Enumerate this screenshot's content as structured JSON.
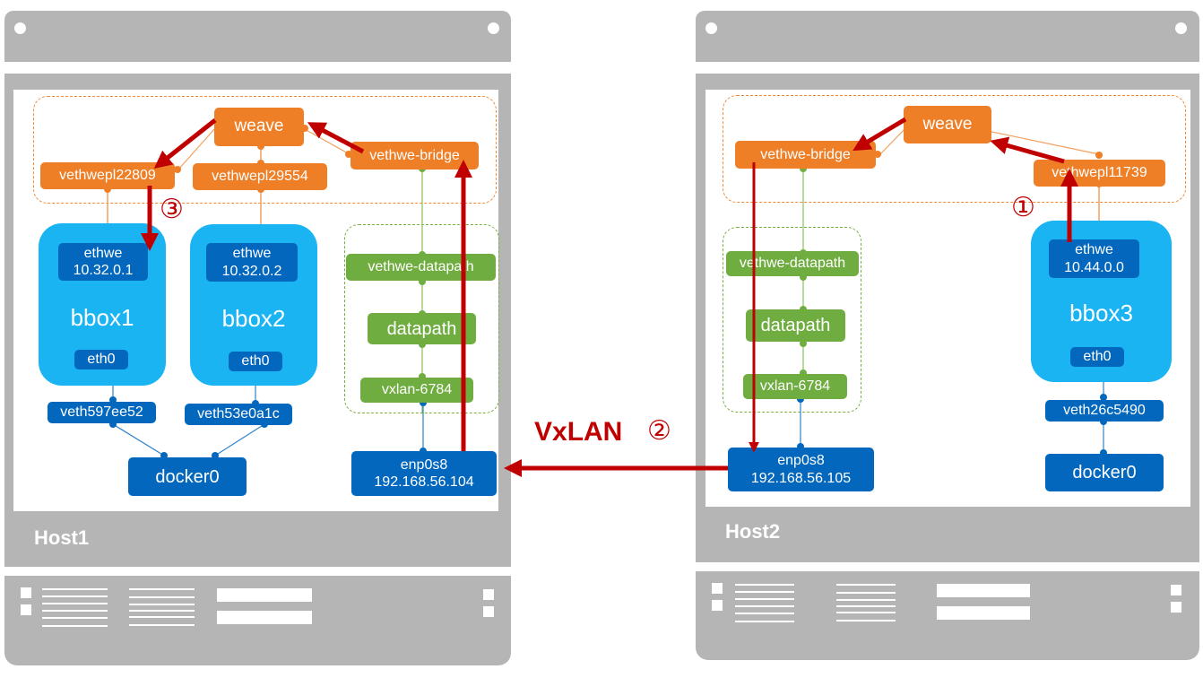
{
  "diagram": {
    "overlay_label": "VxLAN",
    "step_markers": [
      "①",
      "②",
      "③"
    ],
    "colors": {
      "weave_node": "#ee7f27",
      "datapath_node": "#70ad41",
      "docker_node": "#0267bd",
      "container": "#1ab4f3",
      "packet_arrow": "#c00000",
      "host_frame": "#b5b5b5"
    }
  },
  "host1": {
    "label": "Host1",
    "weave": "weave",
    "vethwepl_a": "vethwepl22809",
    "vethwepl_b": "vethwepl29554",
    "vethwe_bridge": "vethwe-bridge",
    "vethwe_datapath": "vethwe-datapath",
    "datapath": "datapath",
    "vxlan": "vxlan-6784",
    "enp_name": "enp0s8",
    "enp_ip": "192.168.56.104",
    "docker0": "docker0",
    "containers": [
      {
        "name": "bbox1",
        "ethwe": "ethwe",
        "ip": "10.32.0.1",
        "eth0": "eth0",
        "veth": "veth597ee52"
      },
      {
        "name": "bbox2",
        "ethwe": "ethwe",
        "ip": "10.32.0.2",
        "eth0": "eth0",
        "veth": "veth53e0a1c"
      }
    ]
  },
  "host2": {
    "label": "Host2",
    "weave": "weave",
    "vethwe_bridge": "vethwe-bridge",
    "vethwepl": "vethwepl11739",
    "vethwe_datapath": "vethwe-datapath",
    "datapath": "datapath",
    "vxlan": "vxlan-6784",
    "enp_name": "enp0s8",
    "enp_ip": "192.168.56.105",
    "docker0": "docker0",
    "containers": [
      {
        "name": "bbox3",
        "ethwe": "ethwe",
        "ip": "10.44.0.0",
        "eth0": "eth0",
        "veth": "veth26c5490"
      }
    ]
  }
}
